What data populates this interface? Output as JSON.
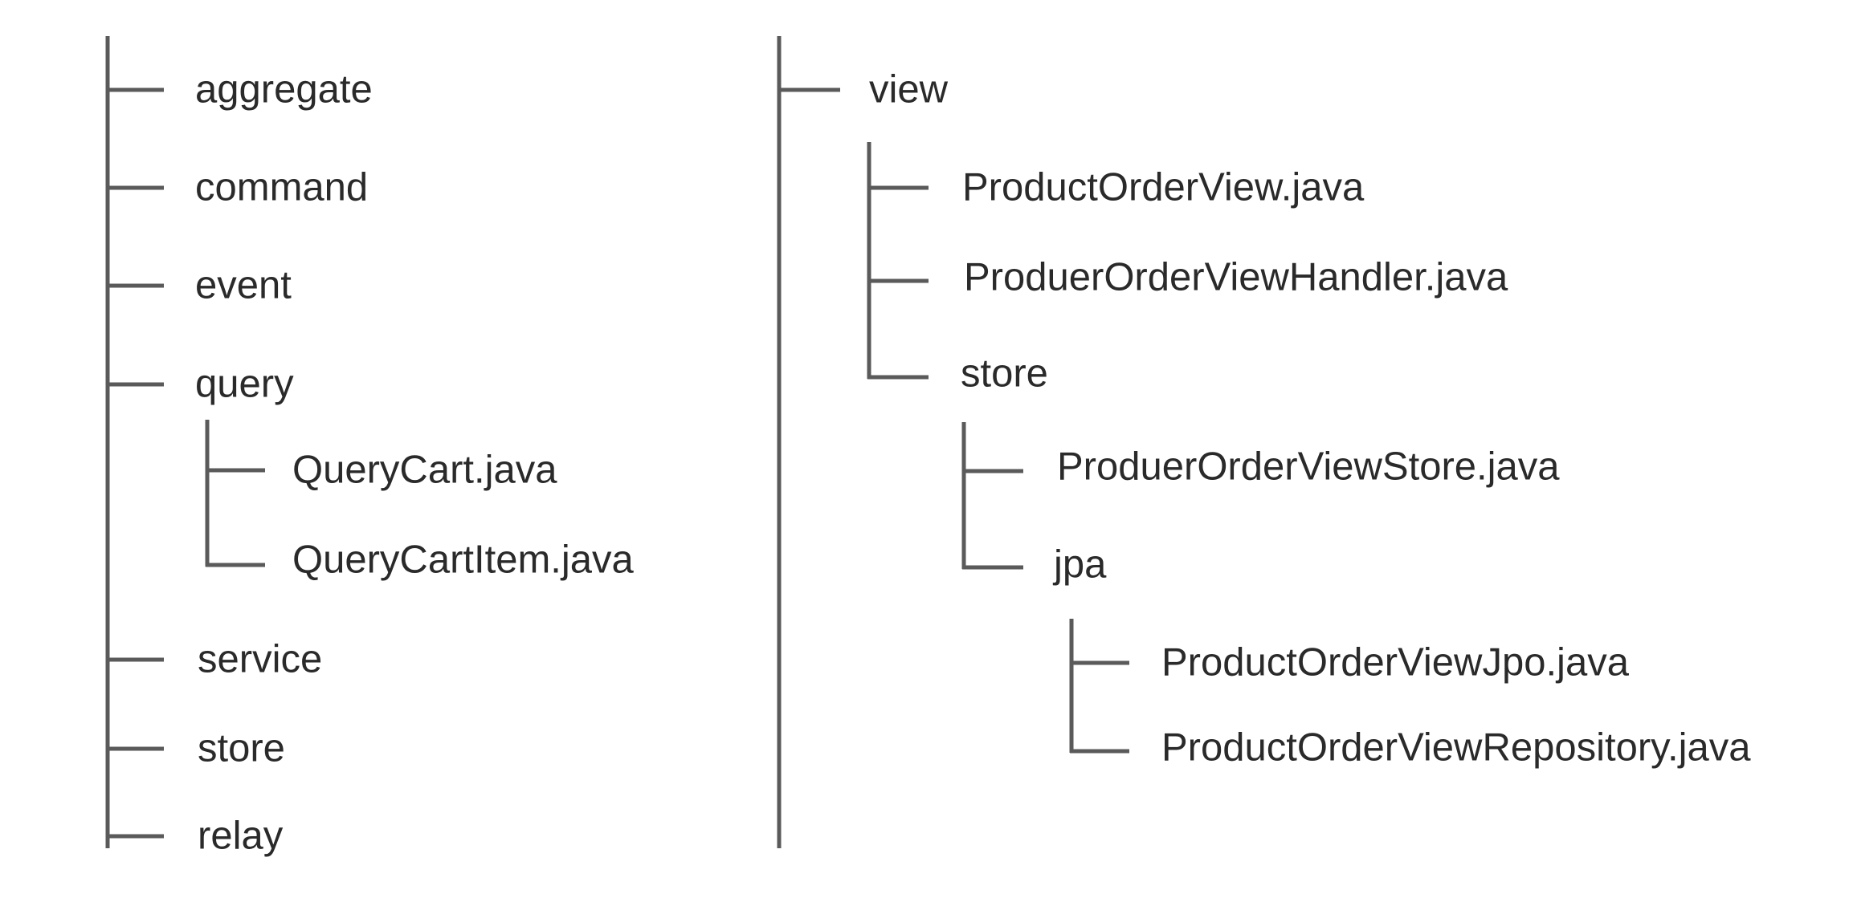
{
  "left_tree": {
    "items": [
      {
        "label": "aggregate"
      },
      {
        "label": "command"
      },
      {
        "label": "event"
      },
      {
        "label": "query",
        "children": [
          {
            "label": "QueryCart.java"
          },
          {
            "label": "QueryCartItem.java"
          }
        ]
      },
      {
        "label": "service"
      },
      {
        "label": "store"
      },
      {
        "label": "relay"
      }
    ]
  },
  "right_tree": {
    "items": [
      {
        "label": "view",
        "children": [
          {
            "label": "ProductOrderView.java"
          },
          {
            "label": "ProduerOrderViewHandler.java"
          },
          {
            "label": "store",
            "children": [
              {
                "label": "ProduerOrderViewStore.java"
              },
              {
                "label": "jpa",
                "children": [
                  {
                    "label": "ProductOrderViewJpo.java"
                  },
                  {
                    "label": "ProductOrderViewRepository.java"
                  }
                ]
              }
            ]
          }
        ]
      }
    ]
  },
  "colors": {
    "line": "#5a5a5a",
    "text": "#2a2a2a",
    "background": "#ffffff"
  }
}
